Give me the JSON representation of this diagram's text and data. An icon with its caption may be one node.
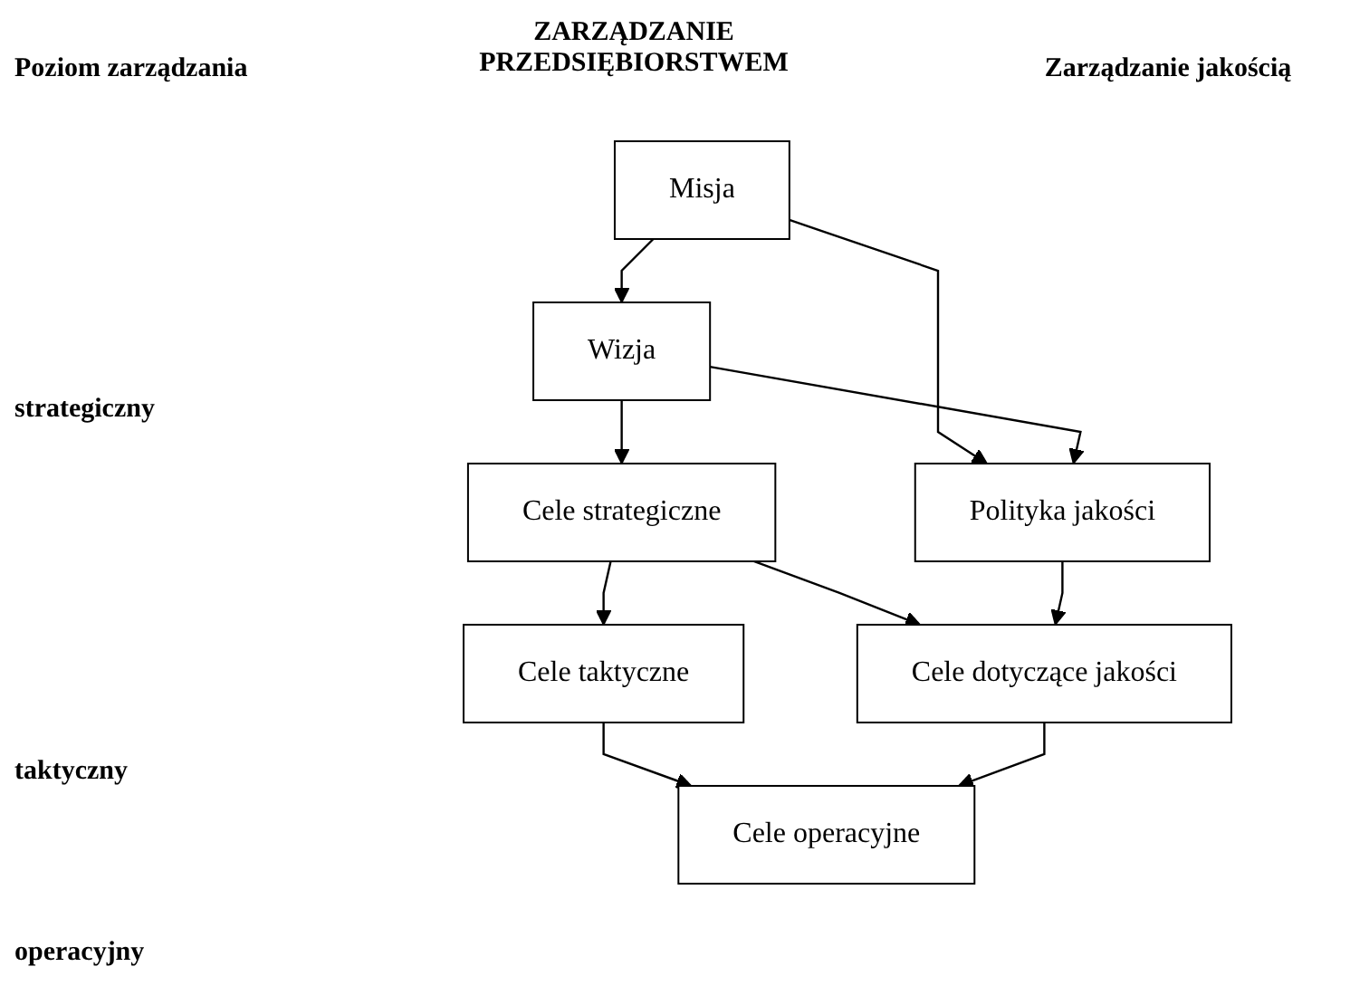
{
  "diagram": {
    "nodes": [
      {
        "text": [
          "Misja"
        ]
      },
      {
        "text": [
          "Wizja"
        ]
      },
      {
        "text": [
          "Cele strategiczne"
        ]
      },
      {
        "text": [
          "Cele taktyczne"
        ]
      },
      {
        "text": [
          "Cele operacyjne"
        ]
      },
      {
        "text": [
          "Polityka jakości"
        ]
      },
      {
        "text": [
          "Cele dotyczące jakości"
        ]
      }
    ],
    "edges": [
      {
        "from": 0,
        "to": 1,
        "arrow": "to"
      },
      {
        "from": 0,
        "to": 5,
        "arrow": "to"
      },
      {
        "from": 1,
        "to": 5,
        "arrow": "to"
      },
      {
        "from": 1,
        "to": 2,
        "arrow": "to"
      },
      {
        "from": 2,
        "to": 3,
        "arrow": "to"
      },
      {
        "from": 2,
        "to": 6,
        "arrow": "to"
      },
      {
        "from": 3,
        "to": 4,
        "arrow": "to"
      },
      {
        "from": 5,
        "to": 6,
        "arrow": "to"
      },
      {
        "from": 6,
        "to": 4,
        "arrow": "to"
      }
    ],
    "labels": [
      "Poziom zarządzania",
      "ZARZĄDZANIE PRZEDSIĘBIORSTWEM",
      "Zarządzanie jakością",
      "strategiczny",
      "taktyczny",
      "operacyjny"
    ]
  }
}
